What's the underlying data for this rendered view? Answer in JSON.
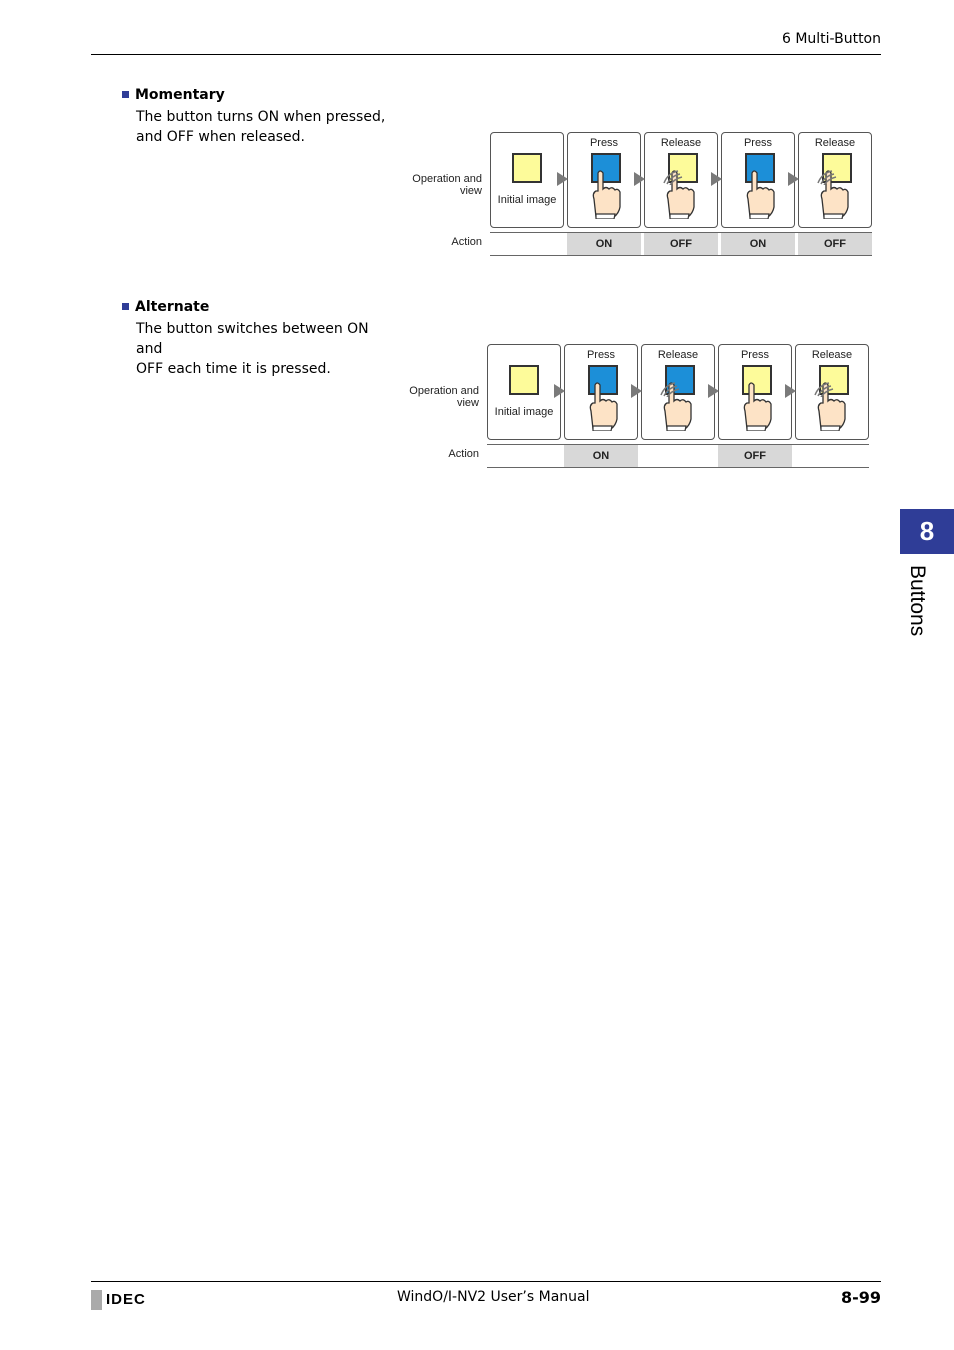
{
  "header": {
    "section": "6 Multi-Button"
  },
  "sections": [
    {
      "title": "Momentary",
      "description": [
        "The button turns ON when pressed,",
        "and OFF when released."
      ],
      "diagram": {
        "row_operation_label": "Operation and view",
        "row_action_label": "Action",
        "frames": [
          {
            "label": "Initial image",
            "button_color": "yellow",
            "hand": "none"
          },
          {
            "label": "Press",
            "button_color": "blue",
            "hand": "press"
          },
          {
            "label": "Release",
            "button_color": "yellow",
            "hand": "release"
          },
          {
            "label": "Press",
            "button_color": "blue",
            "hand": "press"
          },
          {
            "label": "Release",
            "button_color": "yellow",
            "hand": "release"
          }
        ],
        "actions": [
          "",
          "ON",
          "OFF",
          "ON",
          "OFF"
        ]
      }
    },
    {
      "title": "Alternate",
      "description": [
        "The button switches between ON and",
        "OFF each time it is pressed."
      ],
      "diagram": {
        "row_operation_label": "Operation and view",
        "row_action_label": "Action",
        "frames": [
          {
            "label": "Initial image",
            "button_color": "yellow",
            "hand": "none"
          },
          {
            "label": "Press",
            "button_color": "blue",
            "hand": "press"
          },
          {
            "label": "Release",
            "button_color": "blue",
            "hand": "release"
          },
          {
            "label": "Press",
            "button_color": "yellow",
            "hand": "press"
          },
          {
            "label": "Release",
            "button_color": "yellow",
            "hand": "release"
          }
        ],
        "actions": [
          "",
          "ON",
          "",
          "OFF",
          ""
        ]
      }
    }
  ],
  "chapter": {
    "number": "8",
    "title": "Buttons"
  },
  "footer": {
    "logo": "IDEC",
    "manual": "WindO/I-NV2 User’s Manual",
    "page": "8-99"
  },
  "colors": {
    "accent": "#2f3d97",
    "button_on": "#1c8fd8",
    "button_off": "#fdfb9a"
  }
}
